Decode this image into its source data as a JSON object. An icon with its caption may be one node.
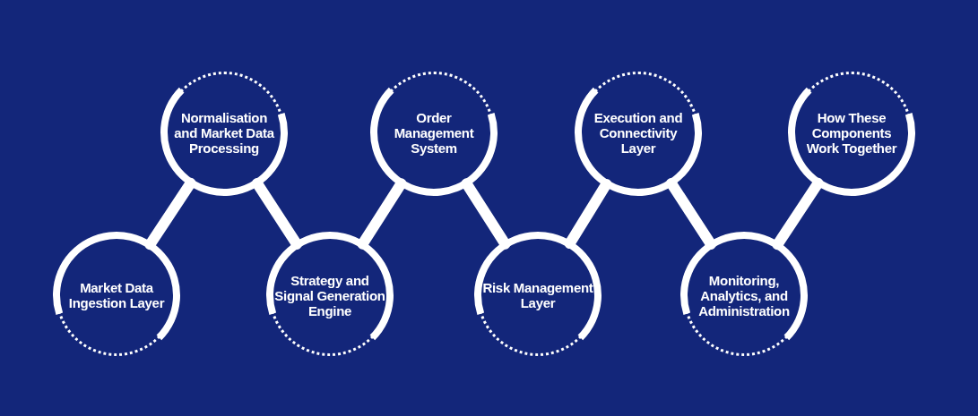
{
  "diagram": {
    "nodes": [
      {
        "text": [
          "Market Data Ingestion Layer"
        ]
      },
      {
        "text": [
          "Normalisation and Market Data Processing"
        ]
      },
      {
        "text": [
          "Strategy and Signal Generation Engine"
        ]
      },
      {
        "text": [
          "Order Management System"
        ]
      },
      {
        "text": [
          "Risk Management Layer"
        ]
      },
      {
        "text": [
          "Execution and Connectivity Layer"
        ]
      },
      {
        "text": [
          "Monitoring, Analytics, and Administration"
        ]
      },
      {
        "text": [
          "How These Components Work Together"
        ]
      }
    ],
    "edges": [
      {
        "from": 0,
        "to": 1,
        "arrow": "none"
      },
      {
        "from": 1,
        "to": 2,
        "arrow": "none"
      },
      {
        "from": 2,
        "to": 3,
        "arrow": "none"
      },
      {
        "from": 3,
        "to": 4,
        "arrow": "none"
      },
      {
        "from": 4,
        "to": 5,
        "arrow": "none"
      },
      {
        "from": 5,
        "to": 6,
        "arrow": "none"
      },
      {
        "from": 6,
        "to": 7,
        "arrow": "none"
      }
    ]
  }
}
